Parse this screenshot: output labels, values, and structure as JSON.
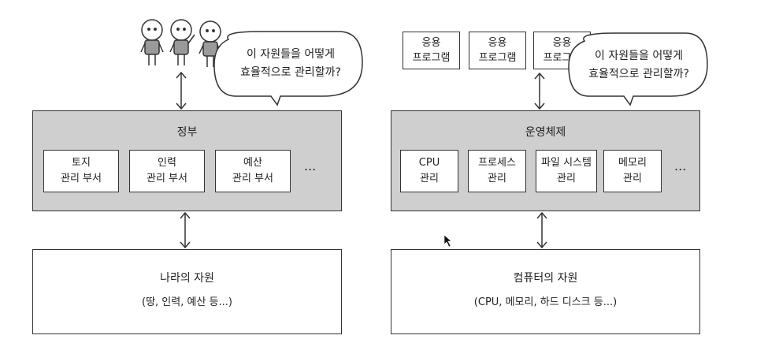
{
  "left": {
    "speech": "이 자원들을 어떻게\n효율적으로 관리할까?",
    "title": "정부",
    "departments": [
      "토지\n관리 부서",
      "인력\n관리 부서",
      "예산\n관리 부서"
    ],
    "more": "...",
    "resource_title": "나라의 자원",
    "resource_detail": "(땅, 인력, 예산 등...)"
  },
  "right": {
    "apps": [
      "응용\n프로그램",
      "응용\n프로그램",
      "응용\n프로그램"
    ],
    "speech": "이 자원들을 어떻게\n효율적으로 관리할까?",
    "title": "운영체제",
    "modules": [
      "CPU\n관리",
      "프로세스\n관리",
      "파일 시스템\n관리",
      "메모리\n관리"
    ],
    "more": "...",
    "resource_title": "컴퓨터의 자원",
    "resource_detail": "(CPU, 메모리, 하드 디스크 등...)"
  }
}
